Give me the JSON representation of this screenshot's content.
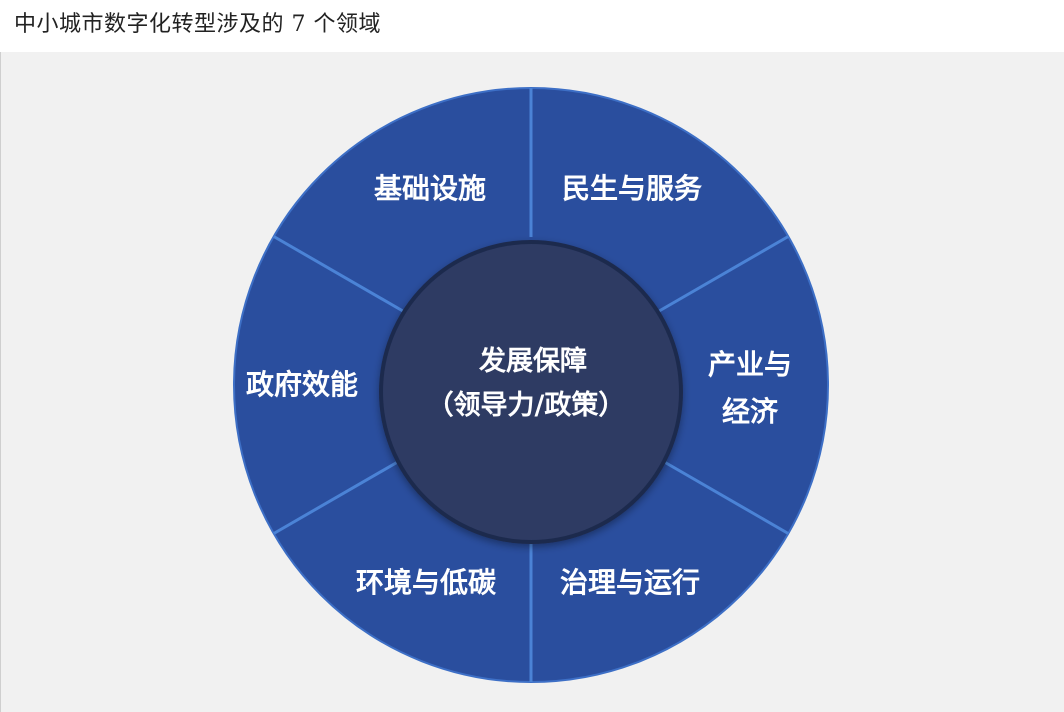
{
  "title": "中小城市数字化转型涉及的 7 个领域",
  "center": {
    "line1": "发展保障",
    "line2": "（领导力/政策）"
  },
  "segments": [
    {
      "id": "infra",
      "lines": [
        "基础设施"
      ]
    },
    {
      "id": "livelihood",
      "lines": [
        "民生与服务"
      ]
    },
    {
      "id": "industry",
      "lines": [
        "产业与",
        "经济"
      ]
    },
    {
      "id": "governance",
      "lines": [
        "治理与运行"
      ]
    },
    {
      "id": "environment",
      "lines": [
        "环境与低碳"
      ]
    },
    {
      "id": "government",
      "lines": [
        "政府效能"
      ]
    }
  ],
  "colors": {
    "ring": "#2a4e9e",
    "center": "#2d3a63",
    "divider": "#4b83d6",
    "background": "#f1f1f1"
  }
}
